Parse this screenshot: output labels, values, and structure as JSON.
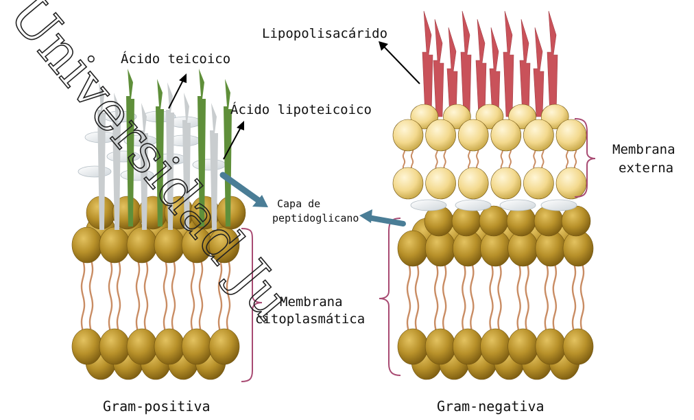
{
  "labels": {
    "lipopolysaccharide": "Lipopolisacárido",
    "teichoic_acid": "Ácido teicoico",
    "lipoteichoic_acid": "Ácido lipoteicoico",
    "peptidoglycan_line1": "Capa de",
    "peptidoglycan_line2": "peptidoglicano",
    "cytoplasmic_membrane_line1": "Membrana",
    "cytoplasmic_membrane_line2": "citoplasmática",
    "outer_membrane_line1": "Membrana",
    "outer_membrane_line2": "externa",
    "gram_positive": "Gram-positiva",
    "gram_negative": "Gram-negativa"
  },
  "watermark": "Universidad Ju",
  "colors": {
    "phospholipid_head": "#b8912a",
    "outer_head": "#f3d98e",
    "lipid_tail": "#c98c63",
    "peptidoglycan_sheet": "#dfe4e8",
    "teichoic_acid": "#5f8f3a",
    "lipoteichoic_acid": "#c9cdcf",
    "lipopolysaccharide": "#c9525a",
    "bracket": "#a84a72",
    "pointer_arrow": "#4a7d96"
  }
}
